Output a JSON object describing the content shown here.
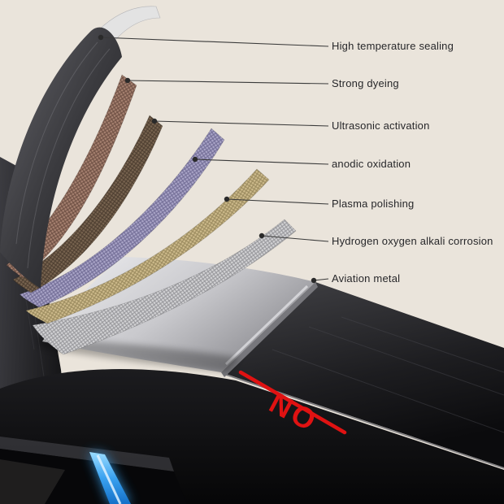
{
  "diagram": {
    "type": "material-layer-explosion",
    "background_color": "#eae4db",
    "annotations": [
      {
        "label": "High temperature sealing",
        "layer": "dark brushed metal sheet",
        "layer_color": "#46464a"
      },
      {
        "label": "Strong dyeing",
        "layer": "copper mesh",
        "layer_color": "#a5806f"
      },
      {
        "label": "Ultrasonic activation",
        "layer": "bronze mesh",
        "layer_color": "#77634f"
      },
      {
        "label": "anodic oxidation",
        "layer": "lavender mesh",
        "layer_color": "#a8a3c6"
      },
      {
        "label": "Plasma polishing",
        "layer": "khaki mesh",
        "layer_color": "#ccb98a"
      },
      {
        "label": "Hydrogen oxygen alkali corrosion",
        "layer": "silver mesh",
        "layer_color": "#d2d2d4"
      },
      {
        "label": "Aviation metal",
        "layer": "aluminum plate",
        "layer_color": "#dcdcde"
      }
    ],
    "rejection_marker": {
      "text": "NO",
      "color": "#e01212"
    },
    "label_text_color": "#27272a",
    "leader_line_color": "#3a3a3a",
    "led_strip_color": "#2e9bea",
    "appliance_color": "#0d0d0f"
  }
}
